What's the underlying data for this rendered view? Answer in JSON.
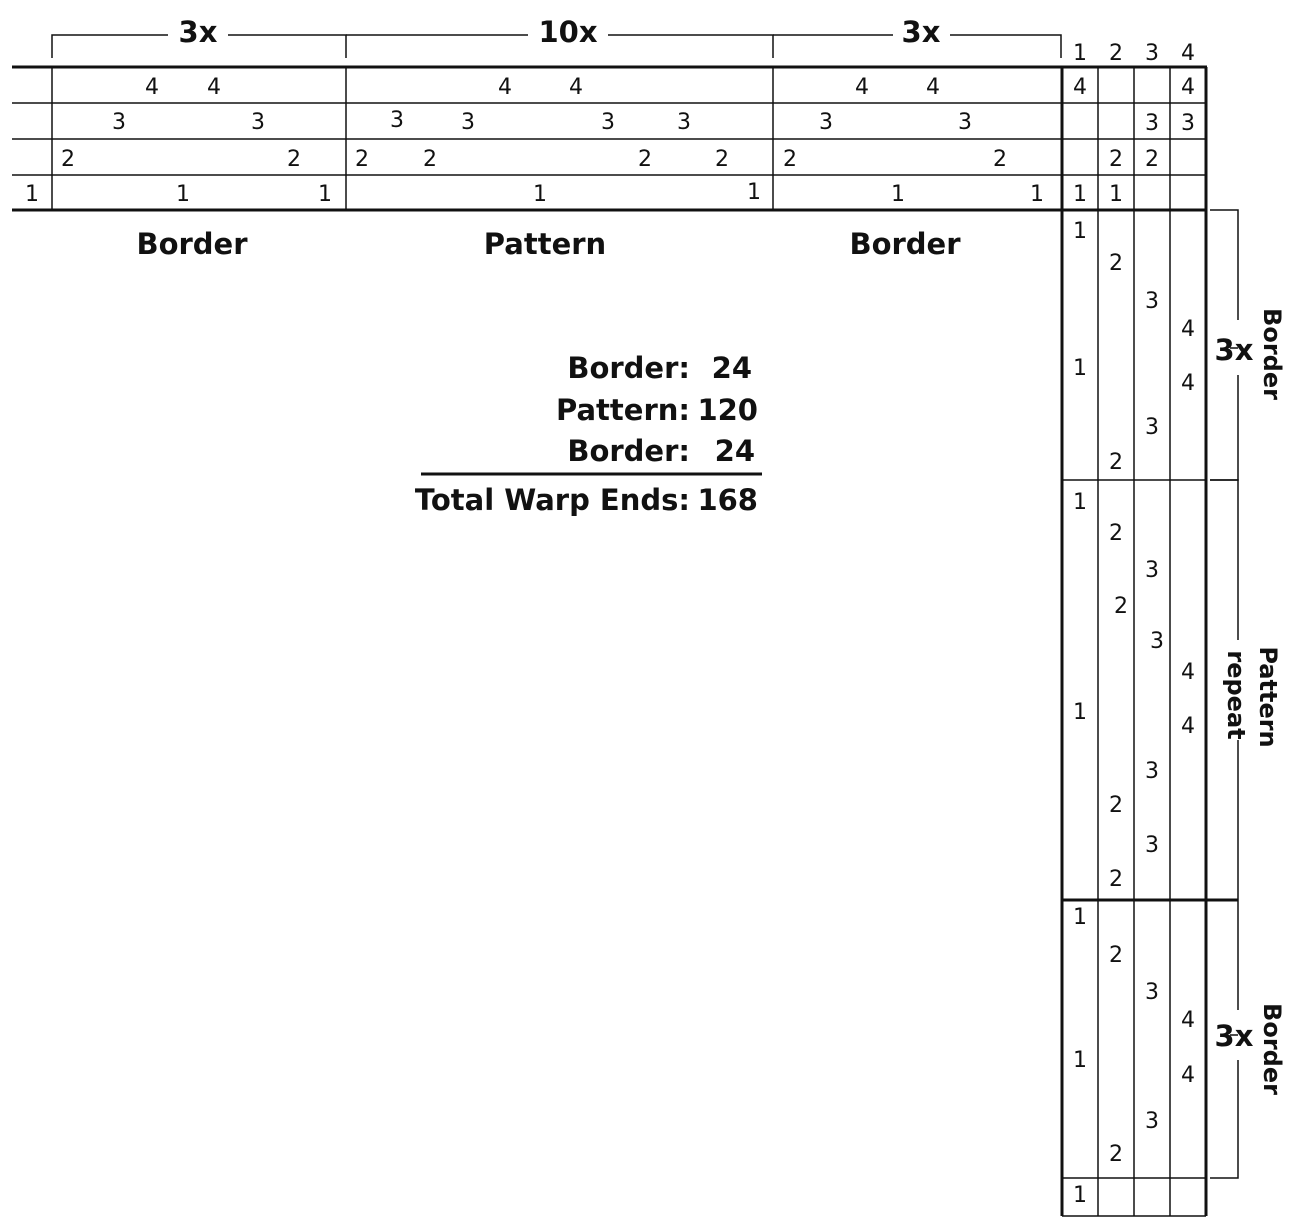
{
  "threading": {
    "repeats": [
      "3x",
      "10x",
      "3x"
    ],
    "section_labels": [
      "Border",
      "Pattern",
      "Border"
    ],
    "shaft_numbers": [
      "1",
      "2",
      "3",
      "4"
    ],
    "rows": {
      "shaft4": [
        "4",
        "4",
        "4",
        "4",
        "4",
        "4"
      ],
      "shaft3": [
        "3",
        "3",
        "3",
        "3",
        "3",
        "3",
        "3",
        "3"
      ],
      "shaft2": [
        "2",
        "2",
        "2",
        "2",
        "2",
        "2",
        "2",
        "2"
      ],
      "shaft1": [
        "1",
        "1",
        "1",
        "1",
        "1",
        "1",
        "1"
      ]
    }
  },
  "tieup": {
    "row4": [
      "4",
      "4"
    ],
    "row3": [
      "3",
      "3"
    ],
    "row2": [
      "2",
      "2"
    ],
    "row1": [
      "1",
      "1"
    ]
  },
  "treadling": {
    "top_border": [
      "1",
      "2",
      "3",
      "4",
      "1",
      "4",
      "3",
      "2"
    ],
    "pattern": [
      "1",
      "2",
      "3",
      "2",
      "3",
      "4",
      "1",
      "4",
      "3",
      "2",
      "3",
      "2"
    ],
    "bottom_border": [
      "1",
      "2",
      "3",
      "4",
      "1",
      "4",
      "3",
      "2"
    ],
    "final": "1",
    "labels": {
      "border_top_repeat": "3x",
      "border_top": "Border",
      "pattern_line1": "Pattern",
      "pattern_line2": "repeat",
      "border_bottom_repeat": "3x",
      "border_bottom": "Border"
    }
  },
  "summary": {
    "border1_label": "Border:",
    "border1_value": "24",
    "pattern_label": "Pattern:",
    "pattern_value": "120",
    "border2_label": "Border:",
    "border2_value": "24",
    "total_label": "Total Warp Ends:",
    "total_value": "168"
  }
}
